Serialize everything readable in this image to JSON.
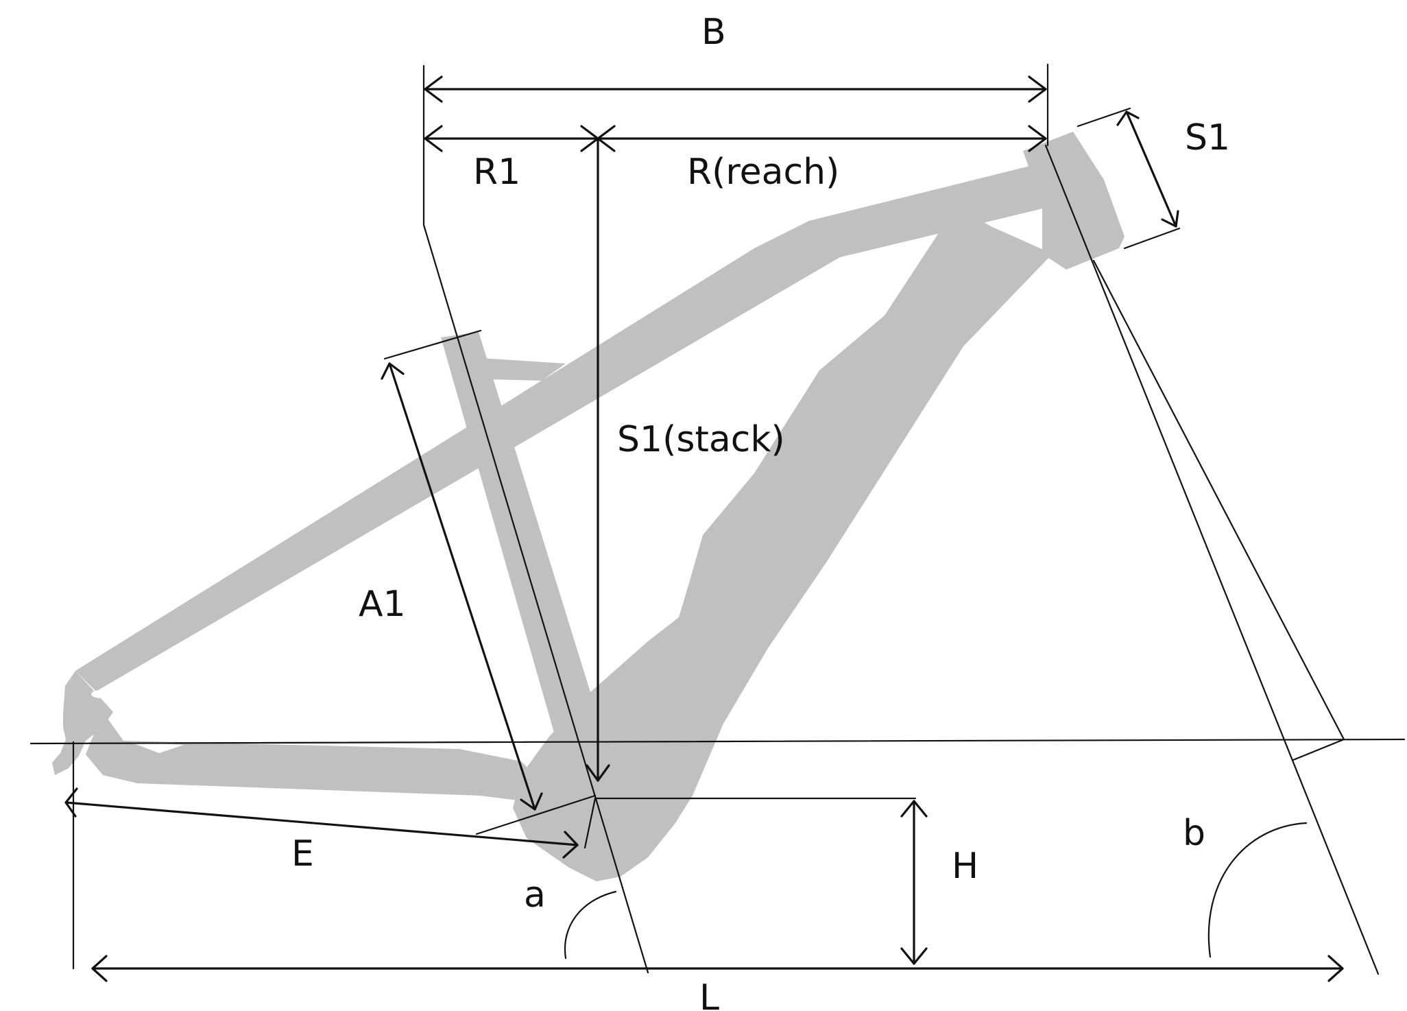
{
  "labels": {
    "B": "B",
    "R1": "R1",
    "reach": "R(reach)",
    "S1_top": "S1",
    "stack": "S1(stack)",
    "A1": "A1",
    "E": "E",
    "H": "H",
    "a": "a",
    "b": "b",
    "L": "L"
  },
  "colors": {
    "frame": "#c0c0c0",
    "line": "#111111",
    "background": "#ffffff"
  }
}
